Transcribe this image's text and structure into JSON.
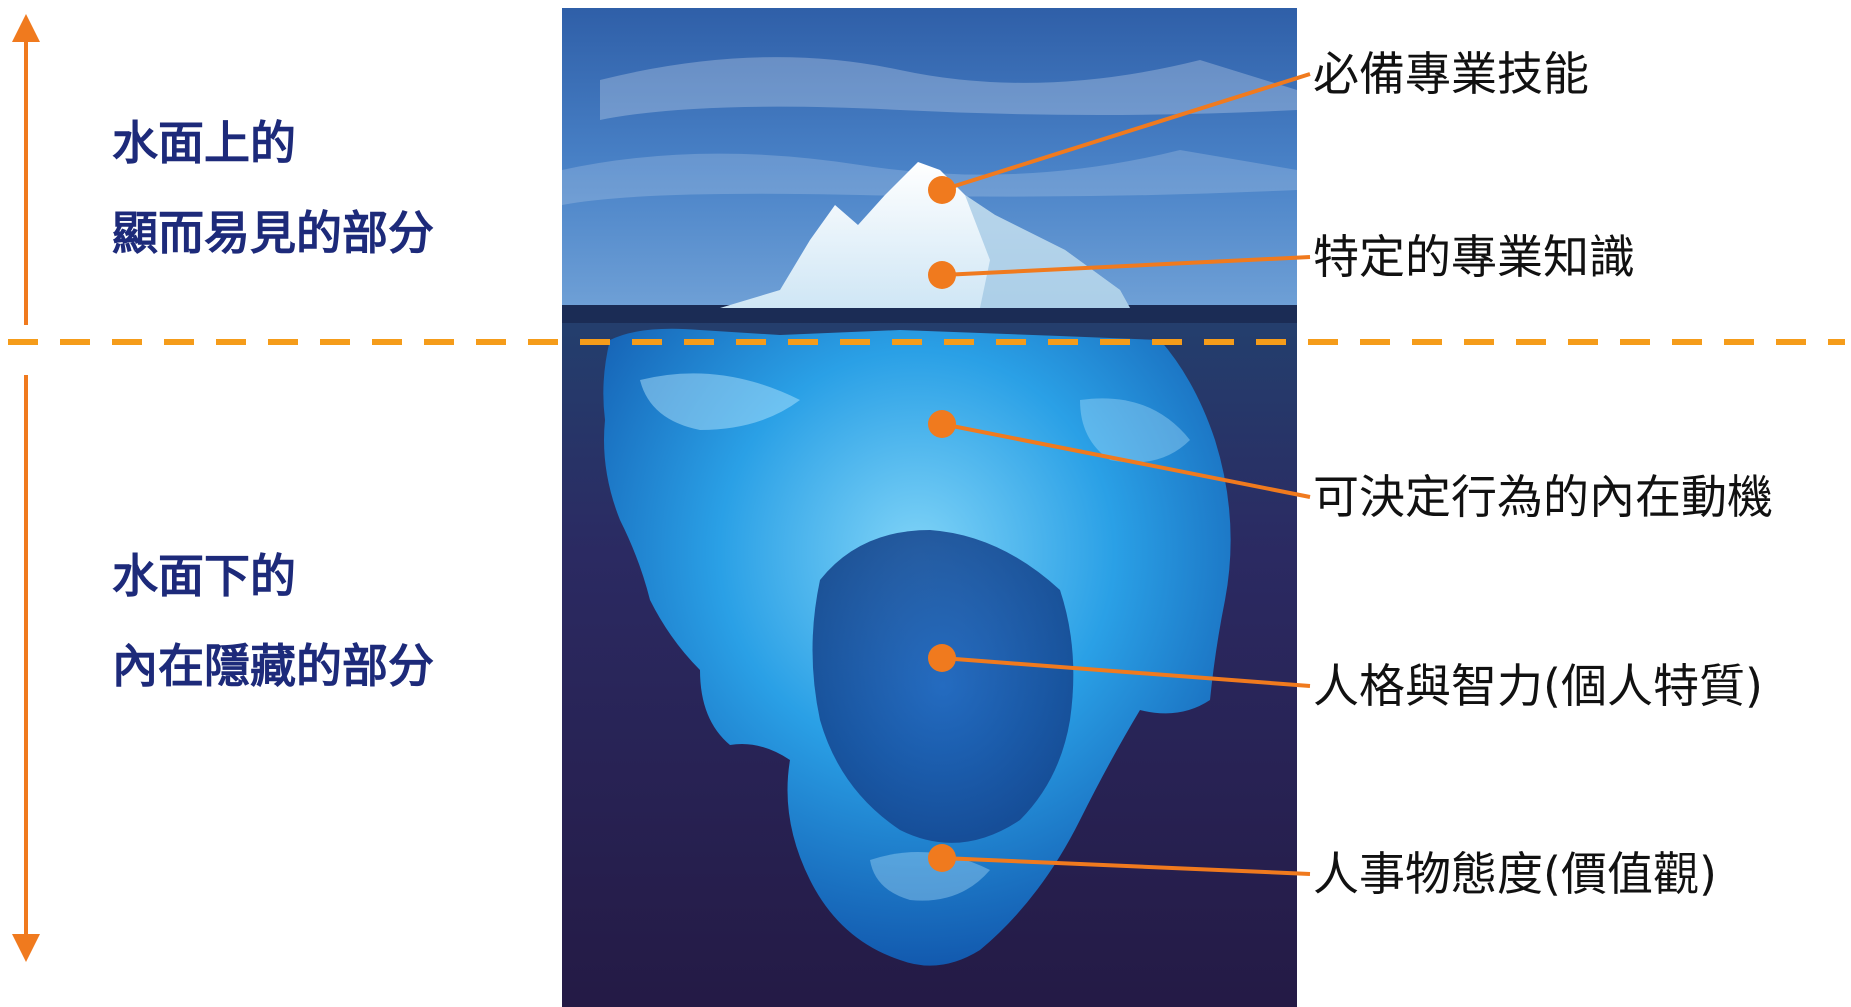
{
  "colors": {
    "accent": "#f07a1e",
    "waterline": "#f59c1a",
    "label_text": "#1d2a7a",
    "callout_text": "#111111",
    "sky": "#3f74bd",
    "deep_sea": "#2a1d4f"
  },
  "side_labels": {
    "above": {
      "line1": "水面上的",
      "line2": "顯而易見的部分"
    },
    "below": {
      "line1": "水面下的",
      "line2": "內在隱藏的部分"
    }
  },
  "callouts": [
    {
      "text": "必備專業技能"
    },
    {
      "text": "特定的專業知識"
    },
    {
      "text": "可決定行為的內在動機"
    },
    {
      "text": "人格與智力(個人特質)"
    },
    {
      "text": "人事物態度(價值觀)"
    }
  ]
}
